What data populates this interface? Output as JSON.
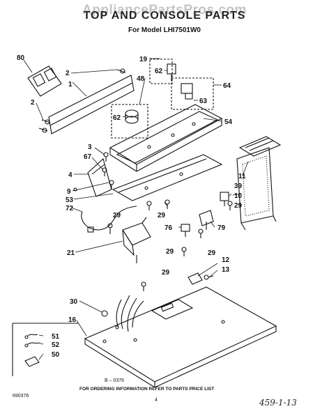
{
  "watermark": "AppliancePartsPros.com",
  "title": "TOP AND CONSOLE PARTS",
  "subtitle": "For Model LHI7501W0",
  "footer_note": "FOR ORDERING INFORMATION REFER TO PARTS PRICE LIST",
  "page_number": "4",
  "doc_code": "690376",
  "drawing_code": "B – 0376",
  "handwritten": "459-1-13",
  "callouts": {
    "c80": "80",
    "c2a": "2",
    "c1": "1",
    "c2b": "2",
    "c19": "19",
    "c62a": "62",
    "c48": "48",
    "c64": "64",
    "c63": "63",
    "c62b": "62",
    "c54": "54",
    "c3": "3",
    "c67": "67",
    "c4": "4",
    "c9": "9",
    "c53": "53",
    "c72": "72",
    "c29a": "29",
    "c29b": "29",
    "c11": "11",
    "c39": "39",
    "c10": "10",
    "c29c": "29",
    "c76": "76",
    "c79": "79",
    "c21": "21",
    "c29d": "29",
    "c29e": "29",
    "c29f": "29",
    "c12": "12",
    "c13": "13",
    "c30": "30",
    "c16": "16",
    "c51": "51",
    "c52": "52",
    "c50": "50"
  }
}
